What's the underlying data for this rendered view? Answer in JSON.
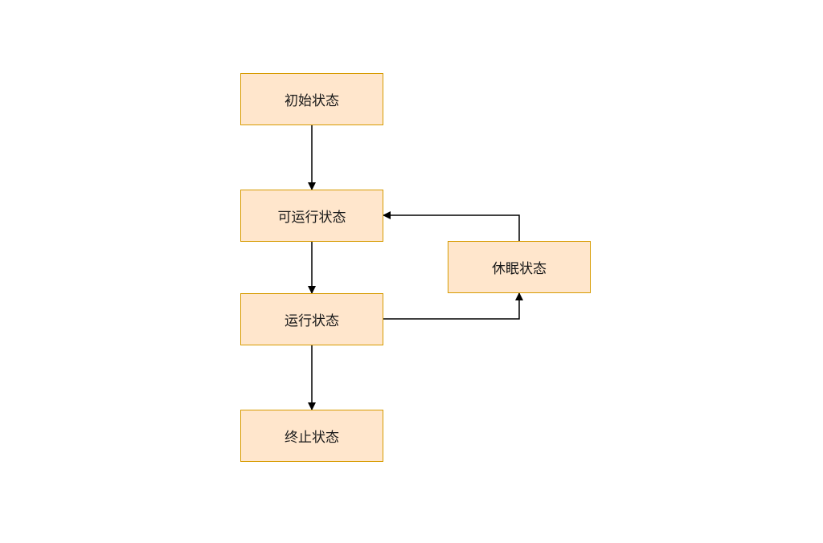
{
  "nodes": {
    "initial": "初始状态",
    "runnable": "可运行状态",
    "running": "运行状态",
    "sleeping": "休眠状态",
    "terminated": "终止状态"
  },
  "edges": [
    {
      "from": "initial",
      "to": "runnable"
    },
    {
      "from": "runnable",
      "to": "running"
    },
    {
      "from": "running",
      "to": "terminated"
    },
    {
      "from": "running",
      "to": "sleeping"
    },
    {
      "from": "sleeping",
      "to": "runnable"
    }
  ],
  "colors": {
    "node_fill": "#ffe6cc",
    "node_border": "#d79b00",
    "edge": "#000000"
  }
}
